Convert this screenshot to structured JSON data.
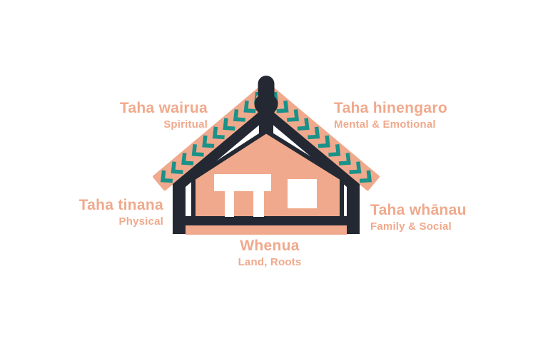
{
  "colors": {
    "salmon": "#F0A98C",
    "teal": "#1A9189",
    "dark": "#232833",
    "bg": "#FFFFFF"
  },
  "icons": {
    "wharenui": "maori-meeting-house-illustration",
    "koruru": "carved-head-figure-at-roof-apex",
    "chevron_bands": "teal-chevron-pattern-bargeboards"
  },
  "labels": {
    "wairua": {
      "title": "Taha wairua",
      "subtitle": "Spiritual"
    },
    "hinengaro": {
      "title": "Taha hinengaro",
      "subtitle": "Mental & Emotional"
    },
    "tinana": {
      "title": "Taha tinana",
      "subtitle": "Physical"
    },
    "whanau": {
      "title": "Taha whānau",
      "subtitle": "Family & Social"
    },
    "whenua": {
      "title": "Whenua",
      "subtitle": "Land, Roots"
    }
  }
}
